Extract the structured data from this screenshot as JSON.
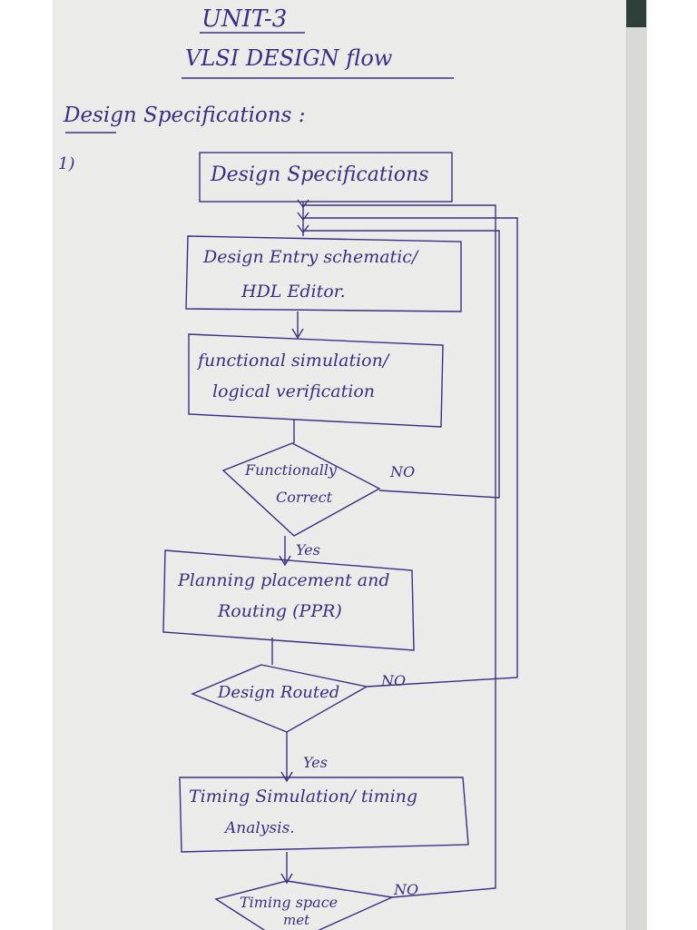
{
  "header": {
    "unit": "UNIT-3",
    "title": "VLSI DESIGN flow"
  },
  "section": {
    "heading": "Design Specifications :",
    "item_number": "1)"
  },
  "flowchart": {
    "box1": "Design Specifications",
    "box2_line1": "Design Entry schematic/",
    "box2_line2": "HDL Editor.",
    "box3_line1": "functional simulation/",
    "box3_line2": "logical verification",
    "decision1_line1": "Functionally",
    "decision1_line2": "Correct",
    "yes1": "Yes",
    "no1": "NO",
    "box4_line1": "Planning placement and",
    "box4_line2": "Routing (PPR)",
    "decision2": "Design Routed",
    "yes2": "Yes",
    "no2": "NO",
    "box5_line1": "Timing Simulation/ timing",
    "box5_line2": "Analysis.",
    "decision3_line1": "Timing space",
    "decision3_line2": "met",
    "no3": "NO"
  }
}
